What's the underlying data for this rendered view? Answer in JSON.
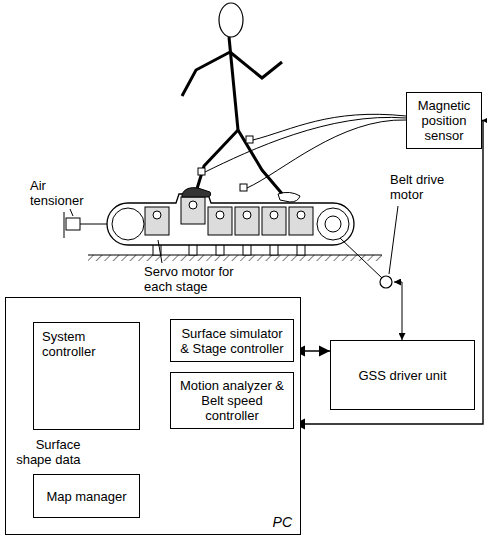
{
  "diagram": {
    "nodes": [
      {
        "text": [
          "Magnetic position sensor"
        ]
      },
      {
        "text": [
          "PC"
        ]
      },
      {
        "text": [
          "System controller"
        ],
        "in": 1
      },
      {
        "text": [
          "Surface simulator & Stage controller"
        ],
        "in": 1
      },
      {
        "text": [
          "Motion analyzer & Belt speed controller"
        ],
        "in": 1
      },
      {
        "text": [
          "Map manager"
        ],
        "in": 1
      },
      {
        "text": [
          "GSS driver unit"
        ]
      }
    ],
    "edges": [
      {
        "from": 2,
        "to": 3,
        "arrow": "both"
      },
      {
        "from": 2,
        "to": 4,
        "arrow": "both"
      },
      {
        "from": 2,
        "to": 5,
        "label": "Surface shape data",
        "arrow": "both"
      },
      {
        "from": 3,
        "to": 6,
        "arrow": "both"
      },
      {
        "from": 0,
        "to": 4,
        "arrow": "both"
      }
    ],
    "labels": [
      "Air tensioner",
      "Belt drive motor",
      "Servo motor for each stage"
    ]
  }
}
